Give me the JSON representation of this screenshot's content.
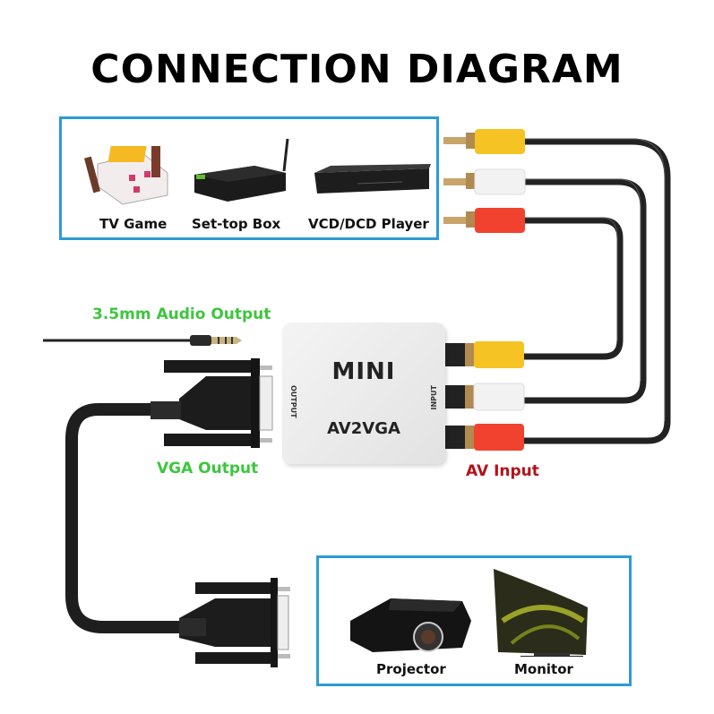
{
  "title": "CONNECTION DIAGRAM",
  "source_devices": {
    "items": [
      {
        "label": "TV Game",
        "icon": "game-console-icon"
      },
      {
        "label": "Set-top Box",
        "icon": "set-top-box-icon"
      },
      {
        "label": "VCD/DCD Player",
        "icon": "dvd-player-icon"
      }
    ]
  },
  "display_devices": {
    "items": [
      {
        "label": "Projector",
        "icon": "projector-icon"
      },
      {
        "label": "Monitor",
        "icon": "monitor-icon"
      }
    ]
  },
  "converter": {
    "brand": "MINI",
    "model": "AV2VGA",
    "output_side_label": "OUTPUT",
    "input_side_label": "INPUT"
  },
  "labels": {
    "audio_output": "3.5mm Audio Output",
    "vga_output": "VGA Output",
    "av_input": "AV Input"
  },
  "rca_plugs": [
    {
      "color_name": "yellow",
      "color": "#f5c324"
    },
    {
      "color_name": "white",
      "color": "#f2f2f2"
    },
    {
      "color_name": "red",
      "color": "#f0422e"
    }
  ],
  "colors": {
    "box_border": "#2d9bd6",
    "green_label": "#3dc63d",
    "red_label": "#b3121a",
    "cable": "#1e1e1e"
  }
}
